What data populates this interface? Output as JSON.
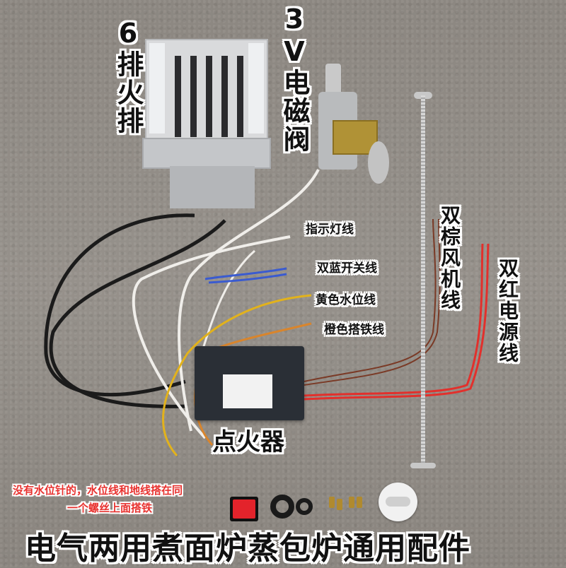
{
  "image": {
    "description": "Product photo of gas stove replacement parts laid on concrete with Chinese annotation labels",
    "background_color": "#8f8a84"
  },
  "labels": {
    "burner": "6排火排",
    "valve": "3V电磁阀",
    "indicator_wire": "指示灯线",
    "blue_switch_wires": "双蓝开关线",
    "yellow_water_level_wire": "黄色水位线",
    "orange_ground_wire": "橙色搭铁线",
    "brown_fan_wires": "双棕风机线",
    "red_power_wires": "双红电源线",
    "ignitor": "点火器",
    "note_line1": "没有水位针的，水位线和地线搭在同",
    "note_line2": "一个螺丝上面搭铁",
    "title": "电气两用煮面炉蒸包炉通用配件"
  },
  "colors": {
    "label_text": "#111111",
    "label_outline": "#ffffff",
    "note_red": "#e8322f",
    "switch_red": "#e3232b",
    "wire_black": "#1b1b1b",
    "wire_white": "#f0eeea",
    "wire_blue": "#3a5bd0",
    "wire_yellow": "#e2b21c",
    "wire_orange": "#d9852c",
    "wire_brown": "#7a3a26",
    "wire_red": "#e2302c"
  },
  "parts": [
    "burner-6-row",
    "solenoid-valve-3v",
    "ignitor-box",
    "water-level-rod",
    "rocker-switch",
    "rubber-washers",
    "brass-screws",
    "control-knob"
  ]
}
